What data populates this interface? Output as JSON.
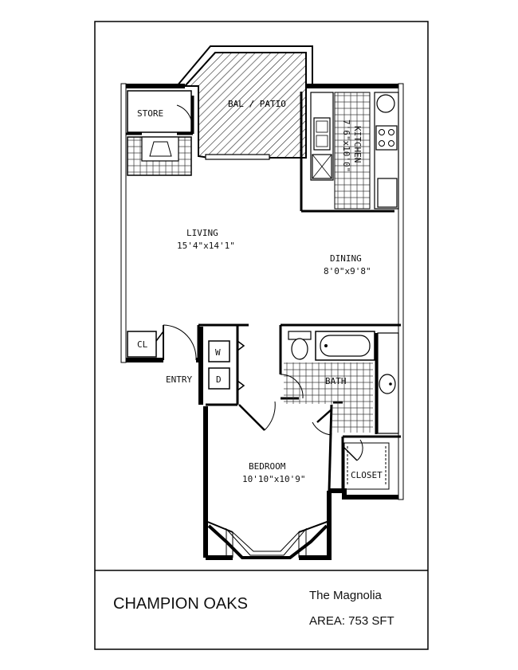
{
  "rooms": {
    "store": "STORE",
    "patio": "BAL / PATIO",
    "kitchen_name": "KITCHEN",
    "kitchen_dim": "7'6\"x10'0\"",
    "living_name": "LIVING",
    "living_dim": "15'4\"x14'1\"",
    "dining_name": "DINING",
    "dining_dim": "8'0\"x9'8\"",
    "closet_small": "CL",
    "washer": "W",
    "dryer": "D",
    "entry": "ENTRY",
    "bath": "BATH",
    "bedroom_name": "BEDROOM",
    "bedroom_dim": "10'10\"x10'9\"",
    "closet": "CLOSET"
  },
  "footer": {
    "community": "CHAMPION OAKS",
    "plan_name": "The Magnolia",
    "area": "AREA: 753 SFT"
  }
}
